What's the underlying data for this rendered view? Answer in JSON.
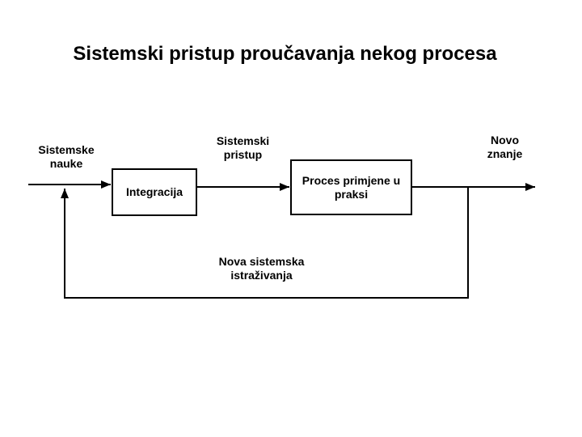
{
  "slide": {
    "title": "Sistemski pristup proučavanja nekog procesa",
    "background_color": "#ffffff",
    "text_color": "#000000",
    "line_color": "#000000"
  },
  "diagram": {
    "labels": {
      "input": "Sistemske\nnauke",
      "middle": "Sistemski\npristup",
      "output": "Novo\nznanje",
      "feedback": "Nova sistemska\nistraživanja"
    },
    "boxes": {
      "integration": "Integracija",
      "process": "Proces primjene u\npraksi"
    }
  }
}
